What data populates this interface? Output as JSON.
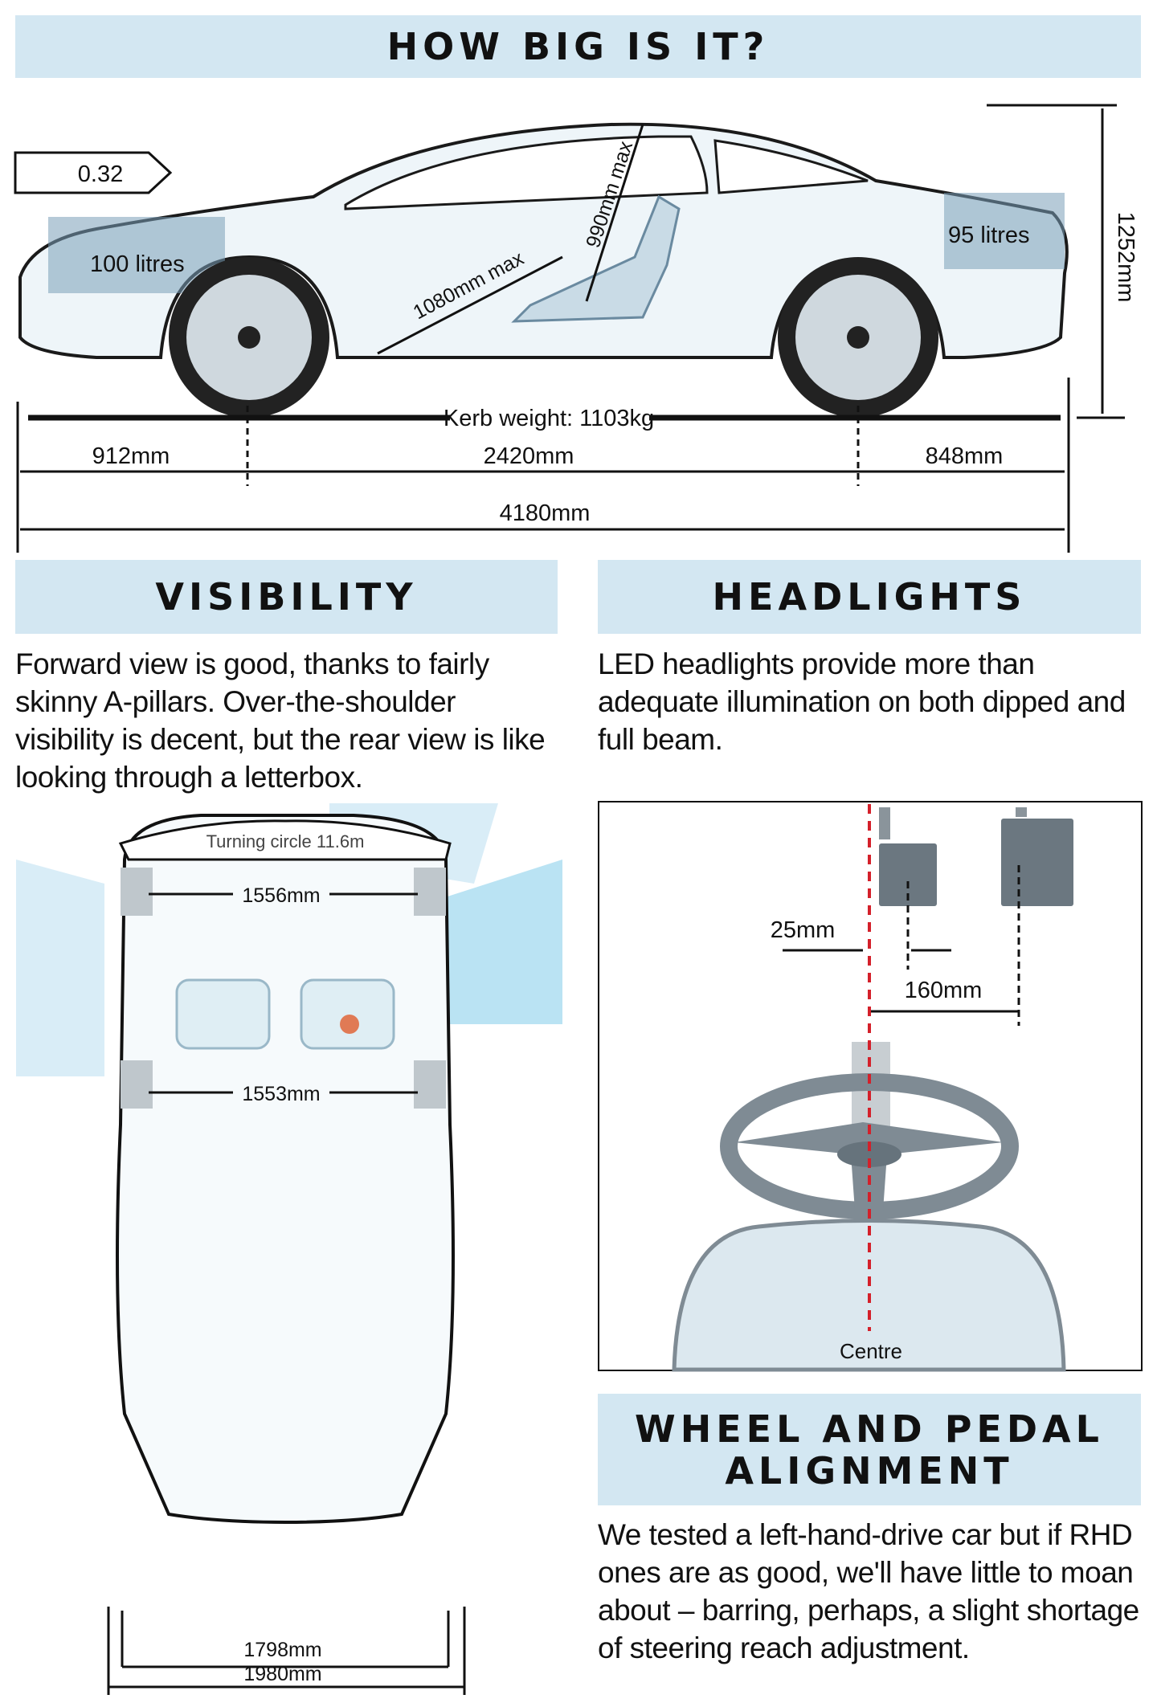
{
  "size_section": {
    "title": "HOW BIG IS IT?",
    "drag_coefficient": "0.32",
    "front_boot": "100 litres",
    "rear_boot": "95 litres",
    "headroom": "990mm max",
    "legroom": "1080mm max",
    "height": "1252mm",
    "kerb_weight": "Kerb weight: 1103kg",
    "front_overhang": "912mm",
    "wheelbase": "2420mm",
    "rear_overhang": "848mm",
    "length": "4180mm"
  },
  "visibility": {
    "title": "VISIBILITY",
    "body": "Forward view is good, thanks to fairly skinny A-pillars. Over-the-shoulder visibility is decent, but the rear view is like looking through a letterbox.",
    "turning_circle": "Turning circle 11.6m",
    "front_track": "1556mm",
    "rear_track": "1553mm",
    "width": "1798mm",
    "width_mirrors": "1980mm"
  },
  "headlights": {
    "title": "HEADLIGHTS",
    "body": "LED headlights provide more than adequate illumination on both dipped and full beam."
  },
  "alignment_diagram": {
    "pedal_offset": "25mm",
    "wheel_offset": "160mm",
    "centre_label": "Centre"
  },
  "wheel_pedal": {
    "title": "WHEEL AND PEDAL ALIGNMENT",
    "body": "We tested a left-hand-drive car but if RHD ones are as good, we'll have little to moan about – barring, perhaps, a slight shortage of steering reach adjustment."
  },
  "colors": {
    "header_bg": "#d3e7f2",
    "centre_line": "#d4202a",
    "pedal": "#6b7780"
  }
}
